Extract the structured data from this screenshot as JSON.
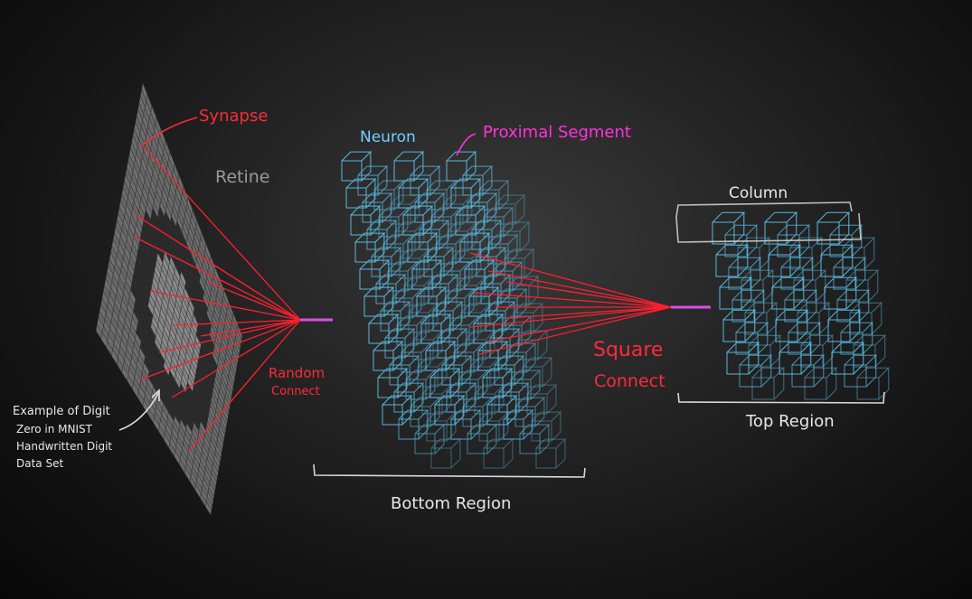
{
  "labels": {
    "synapse": "Synapse",
    "retine": "Retine",
    "neuron": "Neuron",
    "proximal_segment": "Proximal Segment",
    "column": "Column",
    "random": "Random",
    "random_connect": "Connect",
    "square": "Square",
    "square_connect": "Connect",
    "top_region": "Top Region",
    "bottom_region": "Bottom Region",
    "example_lines": [
      "Example of Digit",
      "Zero in MNIST",
      "Handwritten Digit",
      "Data Set"
    ]
  },
  "colors": {
    "synapse_line": "#ff1f2f",
    "segment": "#d94fe8",
    "neuron_cube": "#58b8de",
    "annotation": "#e0e0e0",
    "retina_bright": "#8a8a8a",
    "retina_dark": "#3a3a3a"
  }
}
